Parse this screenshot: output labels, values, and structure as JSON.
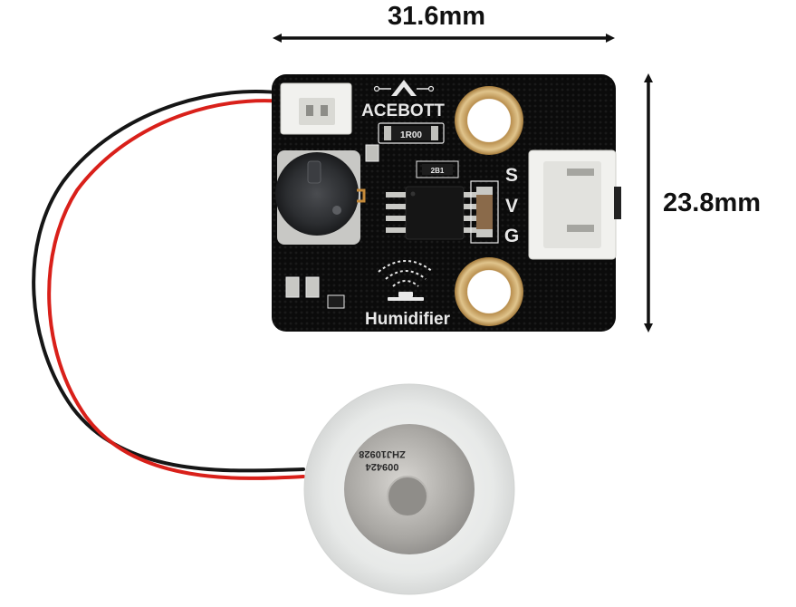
{
  "dimensions": {
    "width_label": "31.6mm",
    "height_label": "23.8mm"
  },
  "board": {
    "brand": "ACEBOTT",
    "name": "Humidifier",
    "resistor_marking": "1R00",
    "small_marking": "2B1",
    "pin_labels": [
      "S",
      "V",
      "G"
    ]
  },
  "disc": {
    "marking_line1": "009424",
    "marking_line2": "ZHJ10928"
  },
  "colors": {
    "pcb": "#0b0b0b",
    "pad_gold": "#c9a86a",
    "silkscreen": "#e8e8e8",
    "wire_red": "#d9201a",
    "wire_black": "#161616",
    "connector": "#f1f1ee",
    "disc_ring": "#e9ebea",
    "disc_metal": "#b8b6b2"
  }
}
